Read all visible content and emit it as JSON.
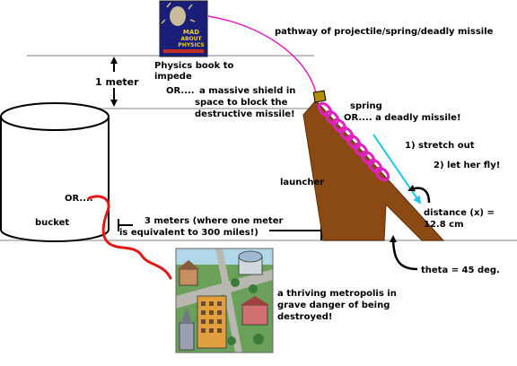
{
  "labels": {
    "pathway": "pathway of projectile/spring/deadly missile",
    "book_line1": "Physics book to",
    "book_line2": "impede",
    "book_or": "OR....",
    "shield_line1": "a massive shield in",
    "shield_line2": "space to block the",
    "shield_line3": "destructive missile!",
    "one_meter": "1 meter",
    "spring": "spring",
    "missile": "OR.... a deadly missile!",
    "stretch": "1) stretch out",
    "fly": "2) let her fly!",
    "launcher": "launcher",
    "distance_line1": "distance (x) =",
    "distance_line2": "12.8 cm",
    "bucket_or": "OR....",
    "bucket": "bucket",
    "three_m_line1": "3 meters (where one meter",
    "three_m_line2": "is equivalent to 300 miles!)",
    "theta": "theta = 45 deg.",
    "city_line1": "a thriving metropolis in",
    "city_line2": "grave danger of being",
    "city_line3": "destroyed!"
  },
  "book_cover": {
    "title_line1": "MAD",
    "title_line2": "ABOUT",
    "title_line3": "PHYSICS"
  },
  "colors": {
    "launcher": "#8b4a14",
    "spring": "#e020c0",
    "pathway": "#e020c0",
    "stretch_arrow": "#20c8e8",
    "wire": "#e01818",
    "guide_lines": "#c0c0c0",
    "book_bg": "#1a1e78",
    "book_title": "#f0d020"
  }
}
